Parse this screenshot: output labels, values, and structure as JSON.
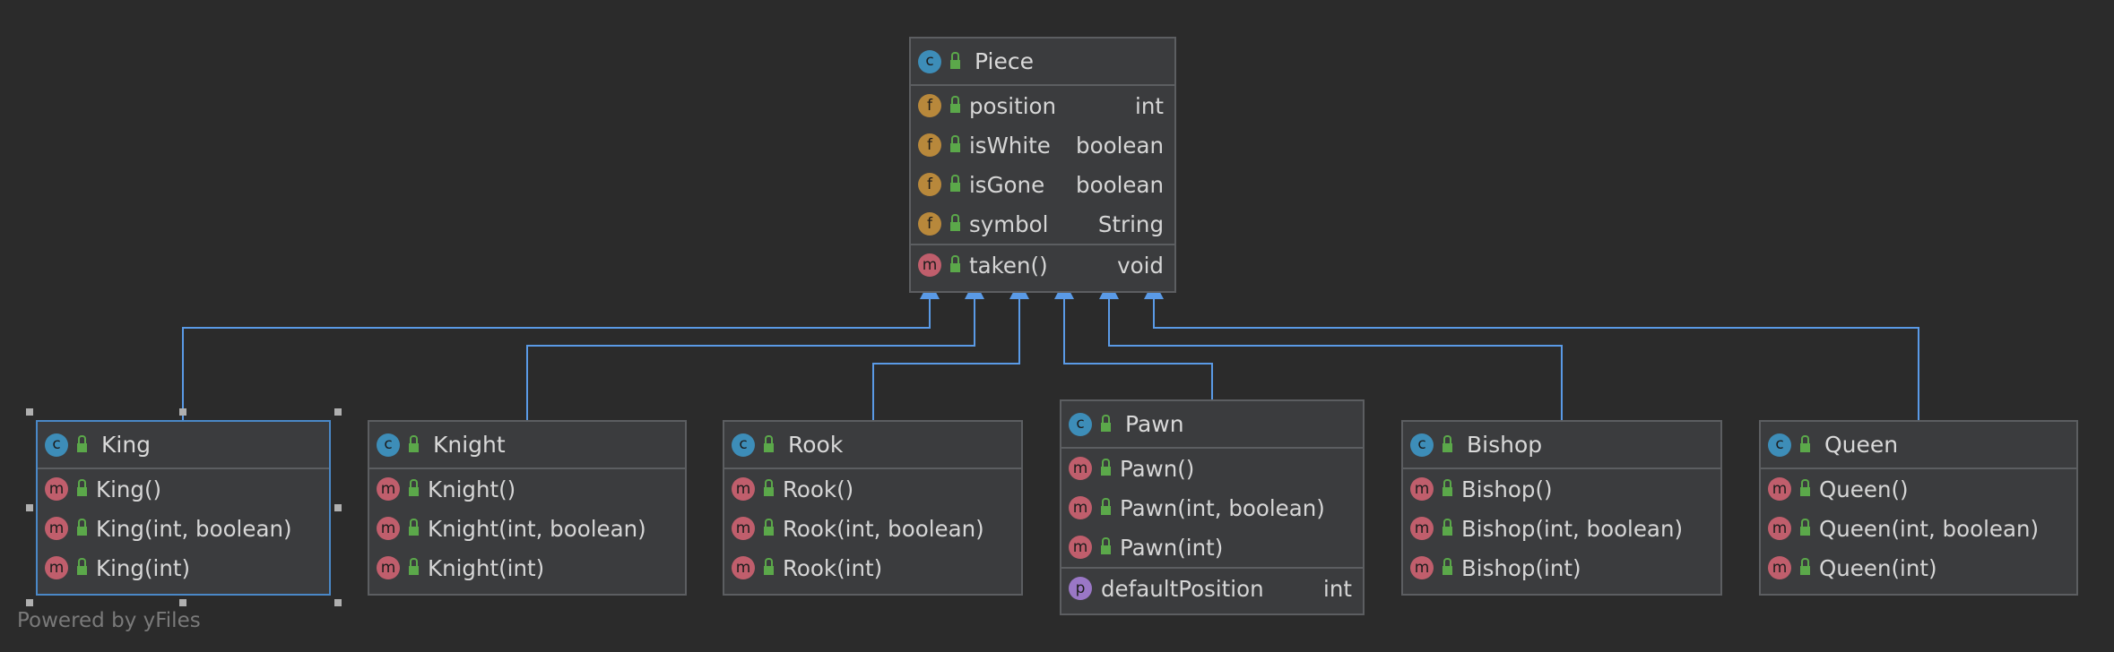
{
  "diagram": {
    "parent": {
      "name": "Piece",
      "fields": [
        {
          "name": "position",
          "type": "int"
        },
        {
          "name": "isWhite",
          "type": "boolean"
        },
        {
          "name": "isGone",
          "type": "boolean"
        },
        {
          "name": "symbol",
          "type": "String"
        }
      ],
      "methods": [
        {
          "name": "taken()",
          "type": "void"
        }
      ]
    },
    "children": [
      {
        "name": "King",
        "methods": [
          "King()",
          "King(int, boolean)",
          "King(int)"
        ],
        "selected": true
      },
      {
        "name": "Knight",
        "methods": [
          "Knight()",
          "Knight(int, boolean)",
          "Knight(int)"
        ]
      },
      {
        "name": "Rook",
        "methods": [
          "Rook()",
          "Rook(int, boolean)",
          "Rook(int)"
        ]
      },
      {
        "name": "Pawn",
        "methods": [
          "Pawn()",
          "Pawn(int, boolean)",
          "Pawn(int)"
        ],
        "properties": [
          {
            "name": "defaultPosition",
            "type": "int"
          }
        ]
      },
      {
        "name": "Bishop",
        "methods": [
          "Bishop()",
          "Bishop(int, boolean)",
          "Bishop(int)"
        ]
      },
      {
        "name": "Queen",
        "methods": [
          "Queen()",
          "Queen(int, boolean)",
          "Queen(int)"
        ]
      }
    ],
    "relation": "extends",
    "colors": {
      "background": "#2b2b2b",
      "edge": "#5a9ae6",
      "class_badge": "#3d8db8",
      "field_badge": "#b8883b",
      "method_badge": "#c05e6c",
      "property_badge": "#9a77c6",
      "visibility_lock": "#5ba84a"
    },
    "badge_letters": {
      "class": "c",
      "field": "f",
      "method": "m",
      "property": "p"
    }
  },
  "footer": {
    "powered_by": "Powered by yFiles"
  }
}
